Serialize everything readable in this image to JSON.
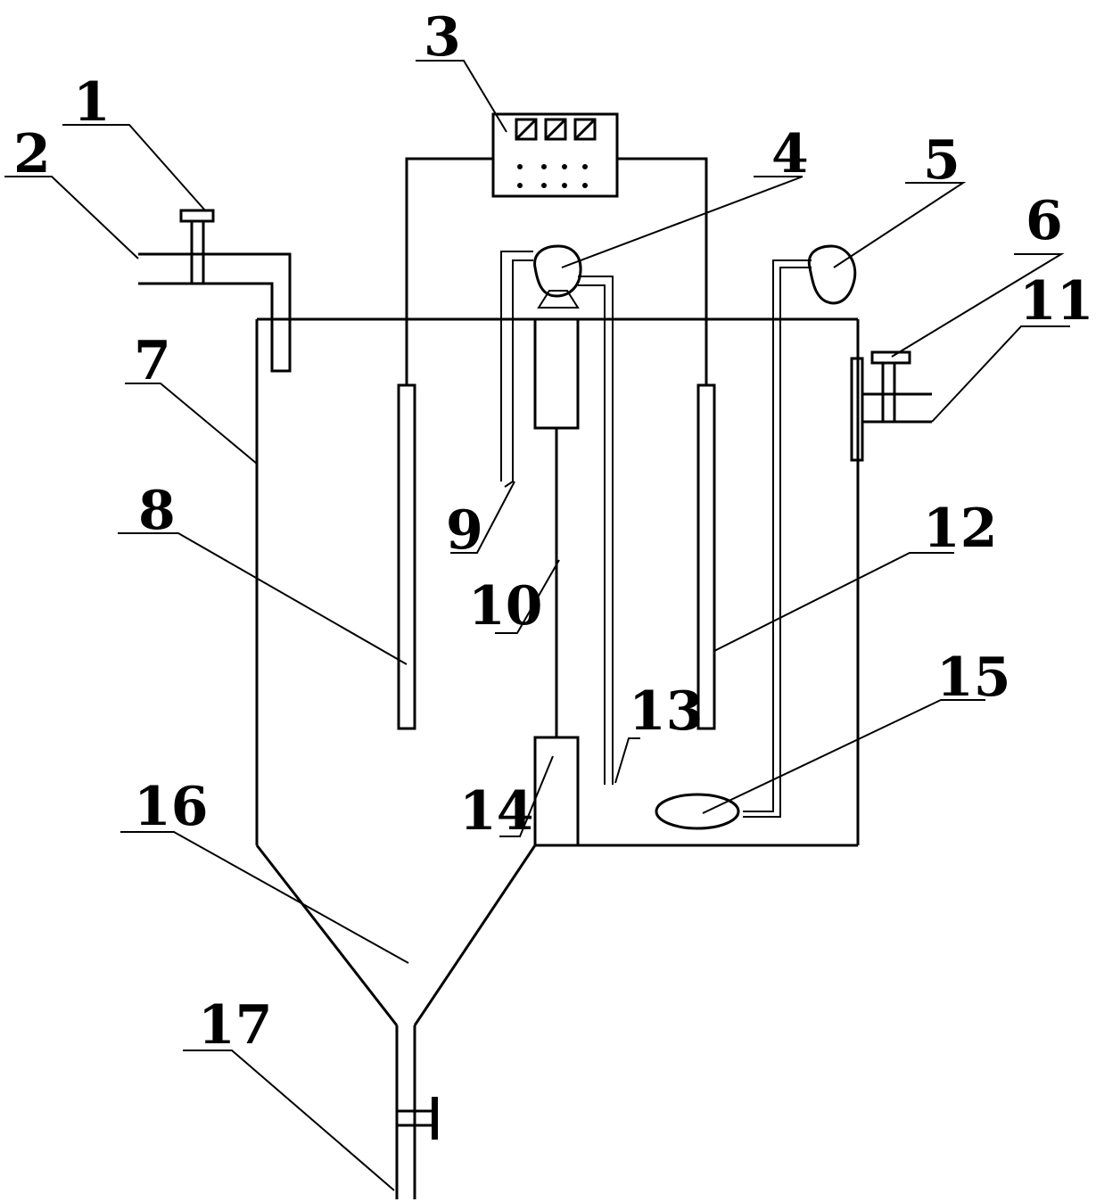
{
  "labels": {
    "n1": "1",
    "n2": "2",
    "n3": "3",
    "n4": "4",
    "n5": "5",
    "n6": "6",
    "n7": "7",
    "n8": "8",
    "n9": "9",
    "n10": "10",
    "n11": "11",
    "n12": "12",
    "n13": "13",
    "n14": "14",
    "n15": "15",
    "n16": "16",
    "n17": "17"
  },
  "colors": {
    "stroke": "#000000",
    "background": "#ffffff"
  }
}
